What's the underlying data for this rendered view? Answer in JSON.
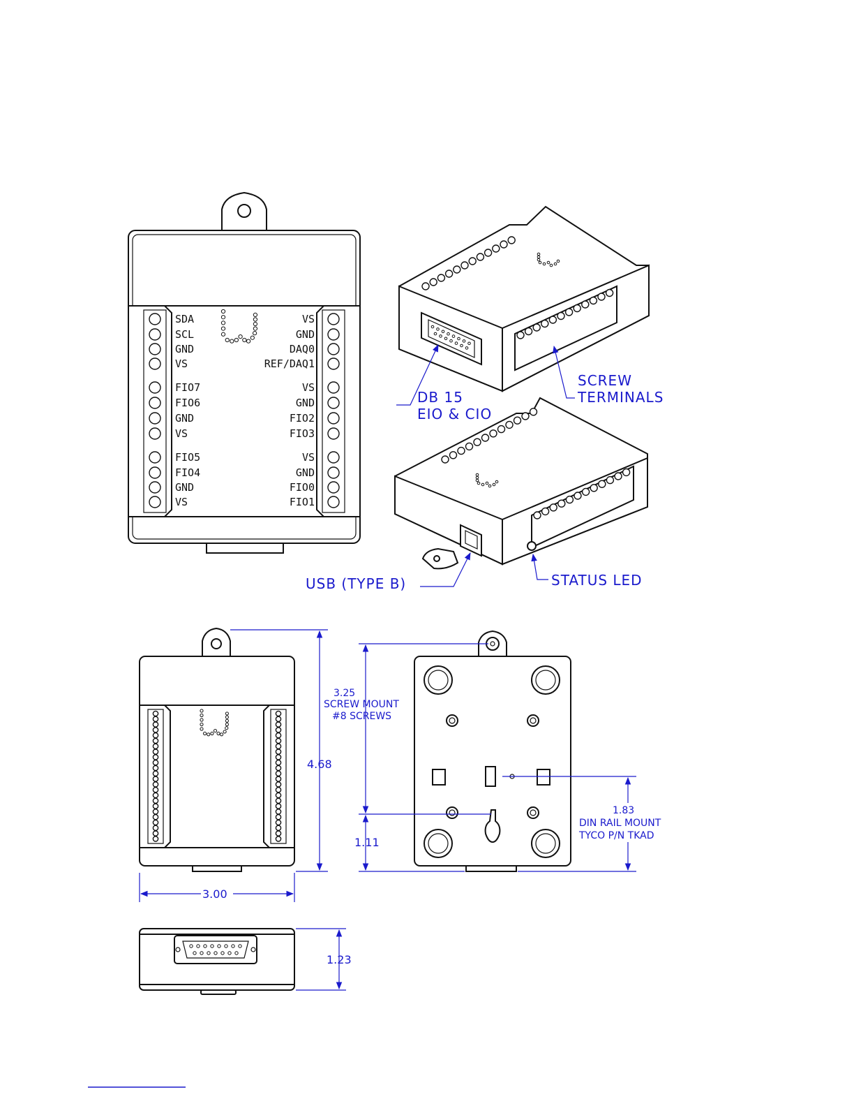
{
  "colors": {
    "line": "#111111",
    "callout": "#1a1acc",
    "background": "#ffffff"
  },
  "left_pins": {
    "group1": [
      "SDA",
      "SCL",
      "GND",
      "VS"
    ],
    "group2": [
      "FIO7",
      "FIO6",
      "GND",
      "VS"
    ],
    "group3": [
      "FIO5",
      "FIO4",
      "GND",
      "VS"
    ]
  },
  "right_pins": {
    "group1": [
      "VS",
      "GND",
      "DAQ0",
      "REF/DAQ1"
    ],
    "group2": [
      "VS",
      "GND",
      "FIO2",
      "FIO3"
    ],
    "group3": [
      "VS",
      "GND",
      "FIO0",
      "FIO1"
    ]
  },
  "callouts": {
    "db15_line1": "DB 15",
    "db15_line2": "EIO & CIO",
    "screw_line1": "SCREW",
    "screw_line2": "TERMINALS",
    "usb": "USB (TYPE B)",
    "status_led": "STATUS LED"
  },
  "dimensions": {
    "height": "4.68",
    "screw_mount_value": "3.25",
    "screw_mount_line1": "SCREW MOUNT",
    "screw_mount_line2": "#8 SCREWS",
    "bottom_offset": "1.11",
    "din_value": "1.83",
    "din_line1": "DIN RAIL MOUNT",
    "din_line2": "TYCO P/N TKAD",
    "width": "3.00",
    "depth": "1.23"
  }
}
